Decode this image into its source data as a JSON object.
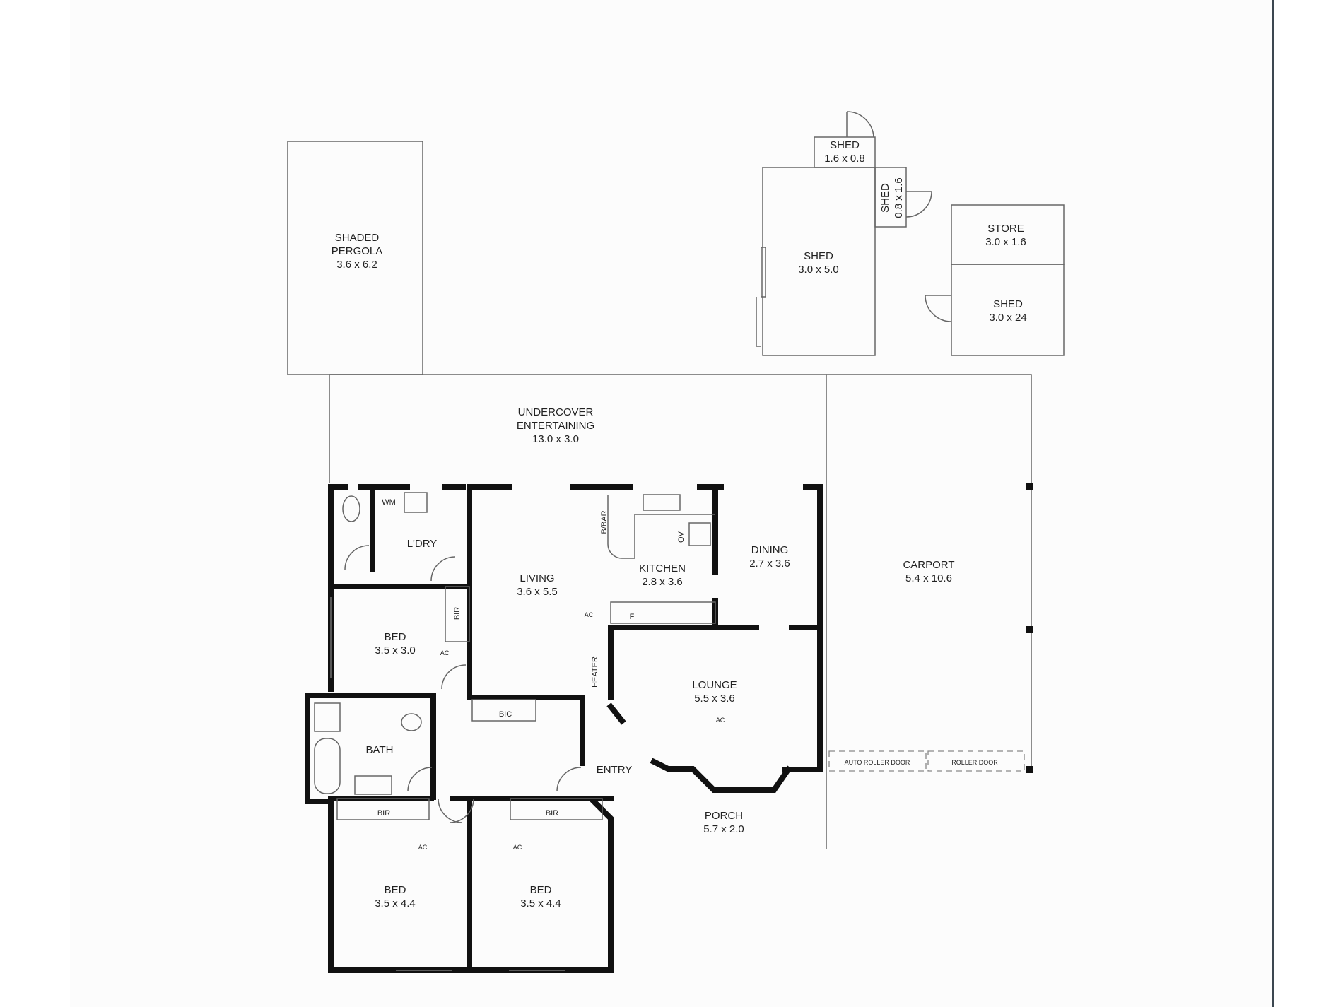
{
  "rooms": {
    "pergola": {
      "name_1": "SHADED",
      "name_2": "PERGOLA",
      "size": "3.6 x 6.2"
    },
    "undercover": {
      "name": "UNDERCOVER",
      "name_2": "ENTERTAINING",
      "size": "13.0 x 3.0"
    },
    "carport": {
      "name": "CARPORT",
      "size": "5.4 x 10.6"
    },
    "shed_small_top": {
      "name": "SHED",
      "size": "1.6 x 0.8"
    },
    "shed_small_side": {
      "name": "SHED",
      "size": "0.8 x 1.6"
    },
    "shed_main": {
      "name": "SHED",
      "size": "3.0 x 5.0"
    },
    "store": {
      "name": "STORE",
      "size": "3.0 x 1.6"
    },
    "shed_right": {
      "name": "SHED",
      "size": "3.0 x 24"
    },
    "laundry": {
      "name": "L'DRY"
    },
    "living": {
      "name": "LIVING",
      "size": "3.6 x 5.5"
    },
    "kitchen": {
      "name": "KITCHEN",
      "size": "2.8 x 3.6"
    },
    "dining": {
      "name": "DINING",
      "size": "2.7 x 3.6"
    },
    "bed_1": {
      "name": "BED",
      "size": "3.5 x 3.0"
    },
    "lounge": {
      "name": "LOUNGE",
      "size": "5.5 x 3.6"
    },
    "bath": {
      "name": "BATH"
    },
    "entry": {
      "name": "ENTRY"
    },
    "porch": {
      "name": "PORCH",
      "size": "5.7 x 2.0"
    },
    "bed_2": {
      "name": "BED",
      "size": "3.5 x 4.4"
    },
    "bed_3": {
      "name": "BED",
      "size": "3.5 x 4.4"
    }
  },
  "fixtures": {
    "wm": "WM",
    "bir": "BIR",
    "bic": "BIC",
    "bbar": "B/BAR",
    "ov": "OV",
    "heater": "HEATER",
    "fridge": "F",
    "ac": "AC",
    "auto_roller_door": "AUTO ROLLER DOOR",
    "roller_door": "ROLLER DOOR"
  }
}
